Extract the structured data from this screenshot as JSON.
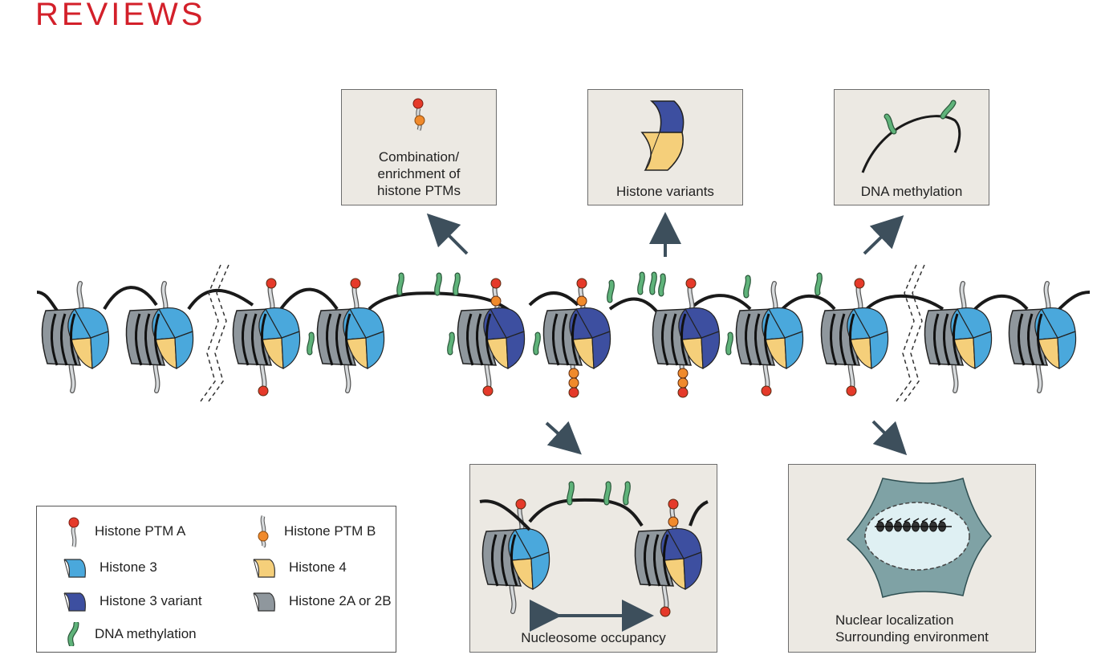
{
  "header": {
    "title": "REVIEWS"
  },
  "boxes": {
    "ptm": {
      "label_line1": "Combination/",
      "label_line2": "enrichment of",
      "label_line3": "histone PTMs"
    },
    "variants": {
      "label": "Histone variants"
    },
    "dna_methylation": {
      "label": "DNA methylation"
    },
    "occupancy": {
      "label": "Nucleosome occupancy"
    },
    "nuclear": {
      "label_line1": "Nuclear localization",
      "label_line2": "Surrounding environment"
    }
  },
  "legend": {
    "items": [
      {
        "icon": "histone-ptm-a-icon",
        "label": "Histone PTM A"
      },
      {
        "icon": "histone-ptm-b-icon",
        "label": "Histone PTM B"
      },
      {
        "icon": "histone-3-icon",
        "label": "Histone 3"
      },
      {
        "icon": "histone-4-icon",
        "label": "Histone 4"
      },
      {
        "icon": "histone-3-variant-icon",
        "label": "Histone 3 variant"
      },
      {
        "icon": "histone-2a-2b-icon",
        "label": "Histone 2A or 2B"
      },
      {
        "icon": "dna-methylation-icon",
        "label": "DNA methylation"
      }
    ]
  },
  "colors": {
    "header_red": "#d3202a",
    "histone3": "#4aa8dc",
    "histone4": "#f5cf7a",
    "histone3_variant": "#3d4fa0",
    "histone2ab": "#8f979d",
    "ptm_a": "#e53a2a",
    "ptm_b": "#f08a2c",
    "methylation": "#5fb37a",
    "arrow": "#3d4f5c"
  }
}
